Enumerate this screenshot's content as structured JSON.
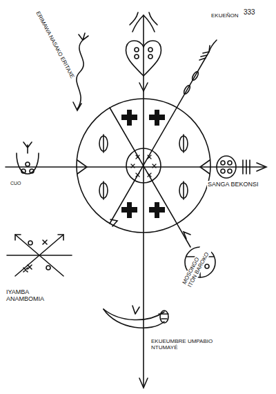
{
  "diagram": {
    "labels": [
      "333",
      "ERIMAWA NASAKO ERITAXE",
      "EKUEÑON",
      "CUO",
      "SANGA BEKONSI",
      "IYAMBA ANAMBOMIA",
      "MOSONGO ITÓN BAROKO",
      "EKUEUMBRE UMPABIO NTUMAYÉ"
    ]
  }
}
